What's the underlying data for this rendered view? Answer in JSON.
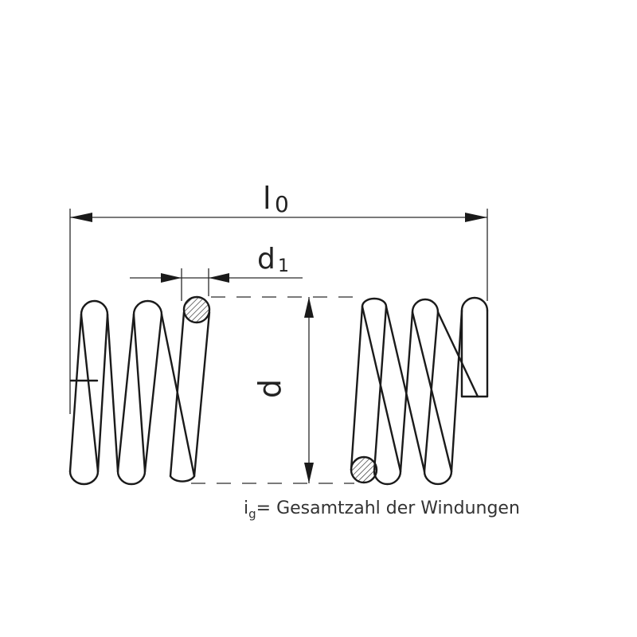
{
  "labels": {
    "free_length": "l",
    "free_length_sub": "0",
    "wire_diameter": "d",
    "wire_diameter_sub": "1",
    "coil_diameter": "d"
  },
  "caption": {
    "symbol": "i",
    "symbol_sub": "g",
    "text": "= Gesamtzahl der Windungen"
  }
}
